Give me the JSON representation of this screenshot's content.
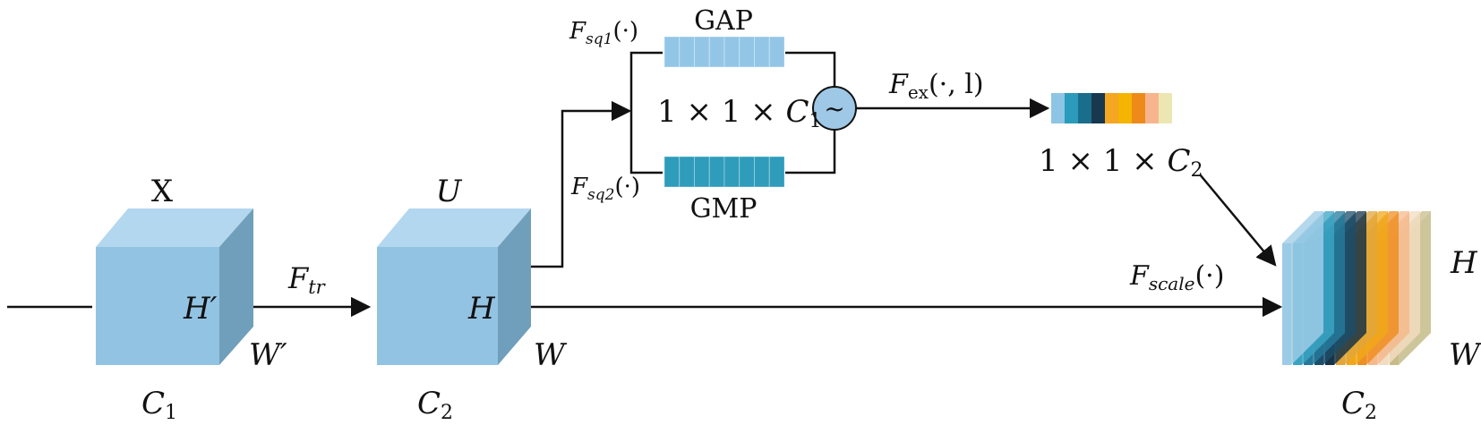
{
  "labels": {
    "input_name": "X",
    "input_height": "H′",
    "input_width": "W′",
    "input_channels_var": "C",
    "input_channels_sub": "1",
    "transform_F": "F",
    "transform_sub": "tr",
    "feature_name": "U",
    "feature_height": "H",
    "feature_width": "W",
    "feature_channels_var": "C",
    "feature_channels_sub": "2",
    "gap_label": "GAP",
    "gmp_label": "GMP",
    "sq1_F": "F",
    "sq1_sub": "sq1",
    "sq1_arg": "(·)",
    "sq2_F": "F",
    "sq2_sub": "sq2",
    "sq2_arg": "(·)",
    "merge_dim_prefix": "1 × 1 × ",
    "merge_dim_var": "C",
    "merge_dim_sub": "1",
    "merge_symbol": "~",
    "ex_F": "F",
    "ex_sub": "ex",
    "ex_arg": "(·, l)",
    "weight_dim_prefix": "1 × 1 × ",
    "weight_dim_var": "C",
    "weight_dim_sub": "2",
    "scale_F": "F",
    "scale_sub": "scale",
    "scale_arg": "(·)",
    "output_height": "H",
    "output_width": "W",
    "output_channels_var": "C",
    "output_channels_sub": "2"
  },
  "colors": {
    "cube_front": "#93c3e3",
    "cube_top": "#b3d7ee",
    "cube_side": "#6f9fba",
    "gap_bar": "#93c6e6",
    "gmp_bar": "#2e9cba",
    "merge_node": "#9ec8e6",
    "line": "#111111"
  },
  "weight_colors": [
    "#8ec5e4",
    "#2a9bbb",
    "#1a6e8c",
    "#17384f",
    "#f5a623",
    "#f5b400",
    "#ee8a1a",
    "#f7b48f",
    "#ece7b2"
  ],
  "output_slice_colors": [
    "#9ccbe6",
    "#3aa3c2",
    "#25799b",
    "#1c4e68",
    "#173347",
    "#e2a63a",
    "#f0a81a",
    "#ef8e22",
    "#f5b98c",
    "#f2dcc0",
    "#c6bc8a"
  ]
}
